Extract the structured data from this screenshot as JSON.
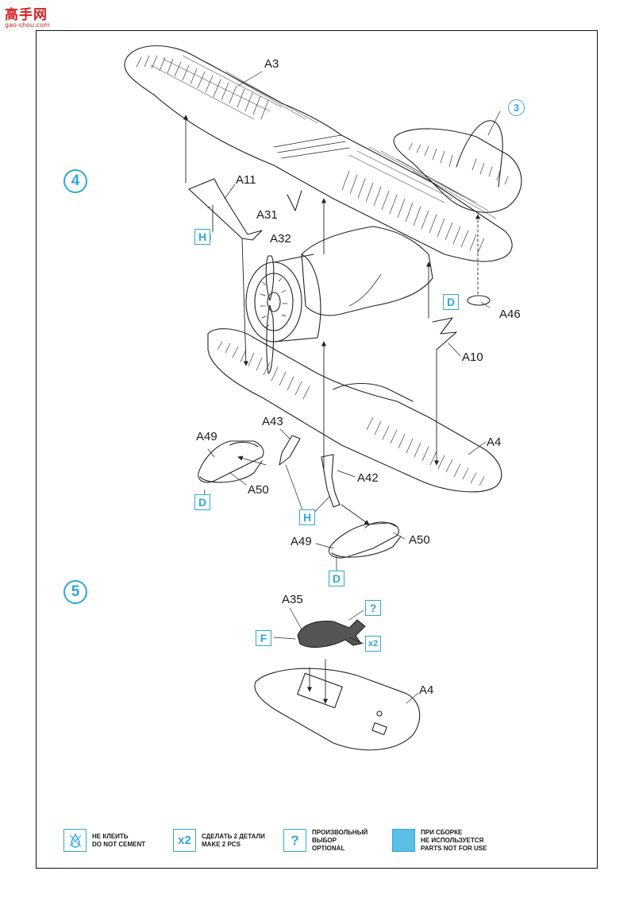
{
  "watermark": {
    "main": "高手网",
    "sub": "gao-shou.com"
  },
  "steps": {
    "step4": "4",
    "step5": "5",
    "ref3": "3"
  },
  "part_labels": {
    "a3": "A3",
    "a11": "A11",
    "a31": "A31",
    "a32": "A32",
    "a46": "A46",
    "a10": "A10",
    "a4_top": "A4",
    "a43": "A43",
    "a49_left": "A49",
    "a50_left": "A50",
    "a42": "A42",
    "a49_right": "A49",
    "a50_right": "A50",
    "a35": "A35",
    "a4_bottom": "A4"
  },
  "callouts": {
    "h1": "H",
    "d_a46": "D",
    "d_left": "D",
    "h2": "H",
    "d_right": "D",
    "f": "F",
    "optional": "?",
    "x2": "x2"
  },
  "legend": [
    {
      "symbol": "do-not-cement-icon",
      "line1": "НЕ КЛЕИТЬ",
      "line2": "DO NOT CEMENT"
    },
    {
      "symbol": "x2",
      "line1": "СДЕЛАТЬ 2 ДЕТАЛИ",
      "line2": "MAKE 2 PCS"
    },
    {
      "symbol": "?",
      "line1": "ПРОИЗВОЛЬНЫЙ",
      "line2": "ВЫБОР",
      "line3": "OPTIONAL"
    },
    {
      "symbol": "filled-box",
      "line1": "ПРИ СБОРКЕ",
      "line2": "НЕ ИСПОЛЬЗУЕТСЯ",
      "line3": "PARTS NOT FOR USE"
    }
  ],
  "colors": {
    "accent": "#2fa7d8",
    "ink": "#1a1a1a",
    "fill_unused": "#5bbfe6",
    "watermark": "#d42020"
  }
}
